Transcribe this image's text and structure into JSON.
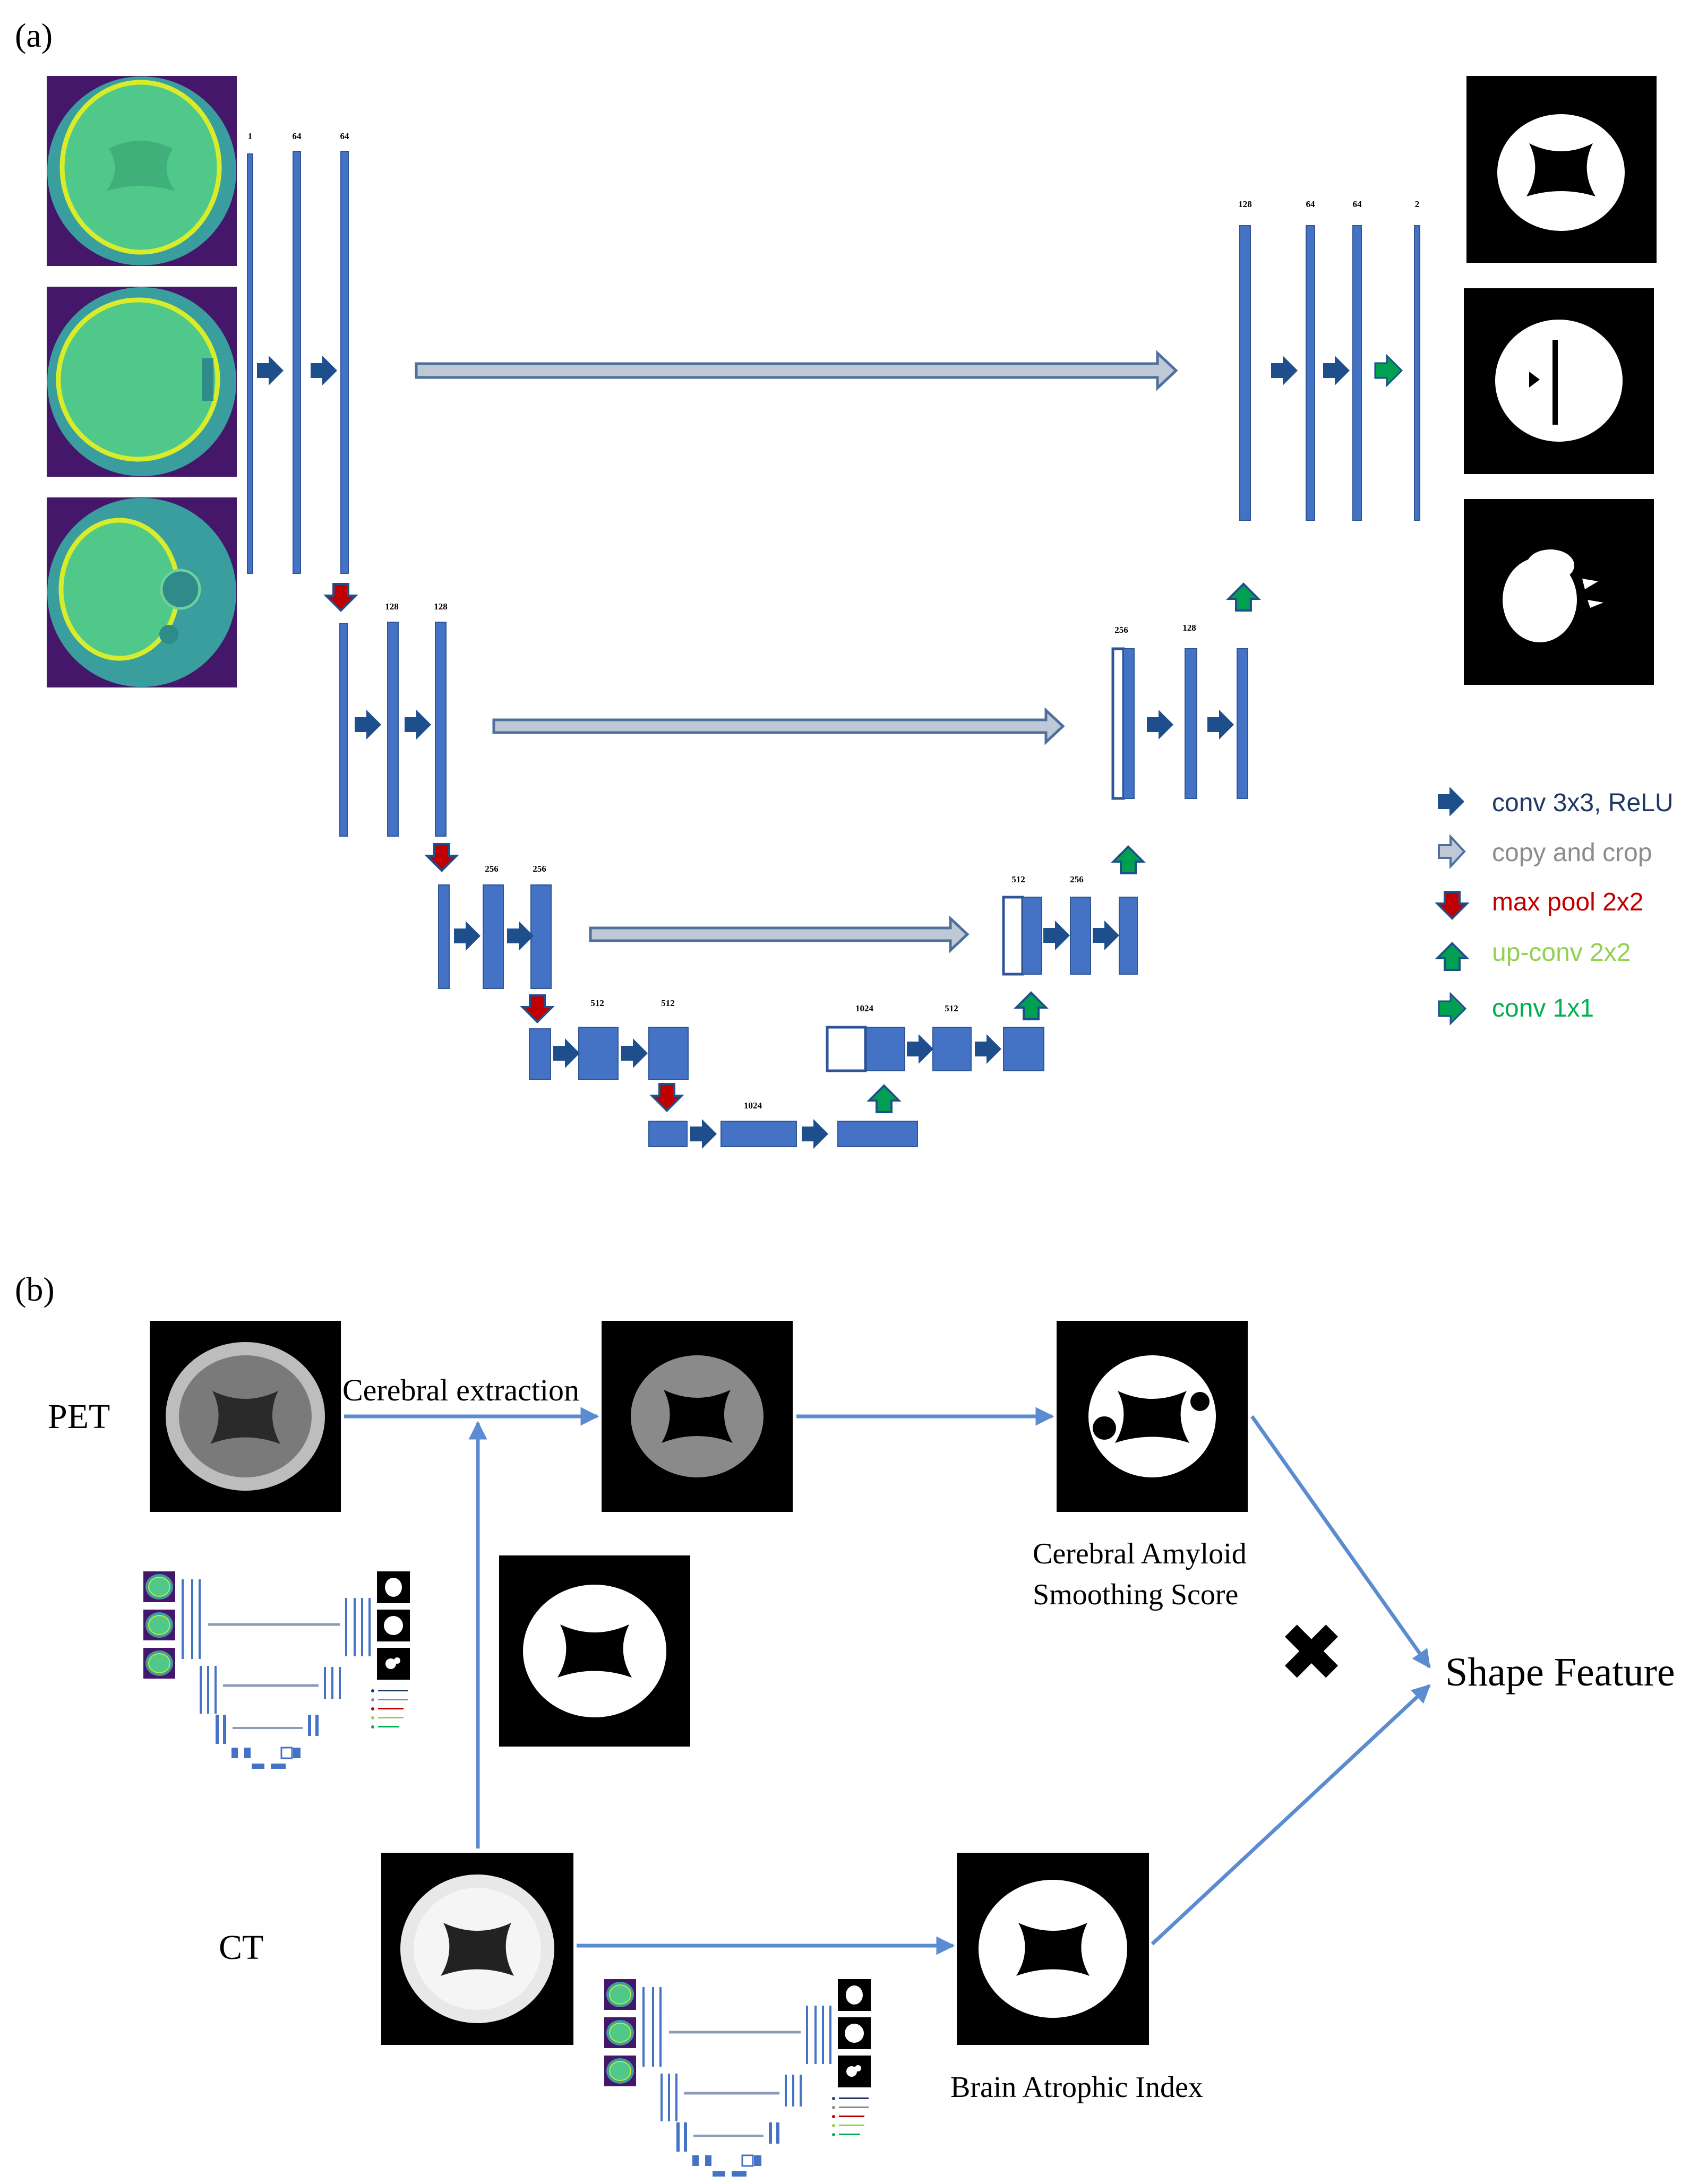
{
  "panel_a": {
    "label": "(a)",
    "channels": {
      "c1": "1",
      "c2": "64",
      "c3": "64",
      "c4": "128",
      "c5": "128",
      "c6": "256",
      "c7": "256",
      "c8": "512",
      "c9": "512",
      "c10": "1024",
      "c11": "1024",
      "c12": "512",
      "c13": "512",
      "c14": "256",
      "c15": "256",
      "c16": "128",
      "c17": "128",
      "c18": "64",
      "c19": "64",
      "c20": "2"
    },
    "legend": [
      {
        "label": "conv 3x3, ReLU",
        "color": "#1F3864"
      },
      {
        "label": "copy and crop",
        "color": "#8C8C8C"
      },
      {
        "label": "max pool 2x2",
        "color": "#C00000"
      },
      {
        "label": "up-conv 2x2",
        "color": "#92D050"
      },
      {
        "label": "conv 1x1",
        "color": "#00B050"
      }
    ]
  },
  "panel_b": {
    "label": "(b)",
    "pet_label": "PET",
    "ct_label": "CT",
    "cerebral_extraction": "Cerebral extraction",
    "amyloid_score_line1": "Cerebral Amyloid",
    "amyloid_score_line2": "Smoothing Score",
    "brain_atrophic_index": "Brain Atrophic Index",
    "shape_feature": "Shape Feature",
    "multiply_symbol": "✖"
  },
  "colors": {
    "block_fill": "#4472C4",
    "block_stroke": "#2F5597",
    "arrow_blue": "#5B8BD0",
    "conv_arrow": "#1F4E8C",
    "copy_arrow_fill": "#BFC9D6",
    "pool_arrow": "#C00000",
    "upconv_arrow": "#00A050",
    "teal_bg": "#3A9E9E",
    "purple_bg": "#45176A",
    "scan_green": "#4FC88A"
  }
}
